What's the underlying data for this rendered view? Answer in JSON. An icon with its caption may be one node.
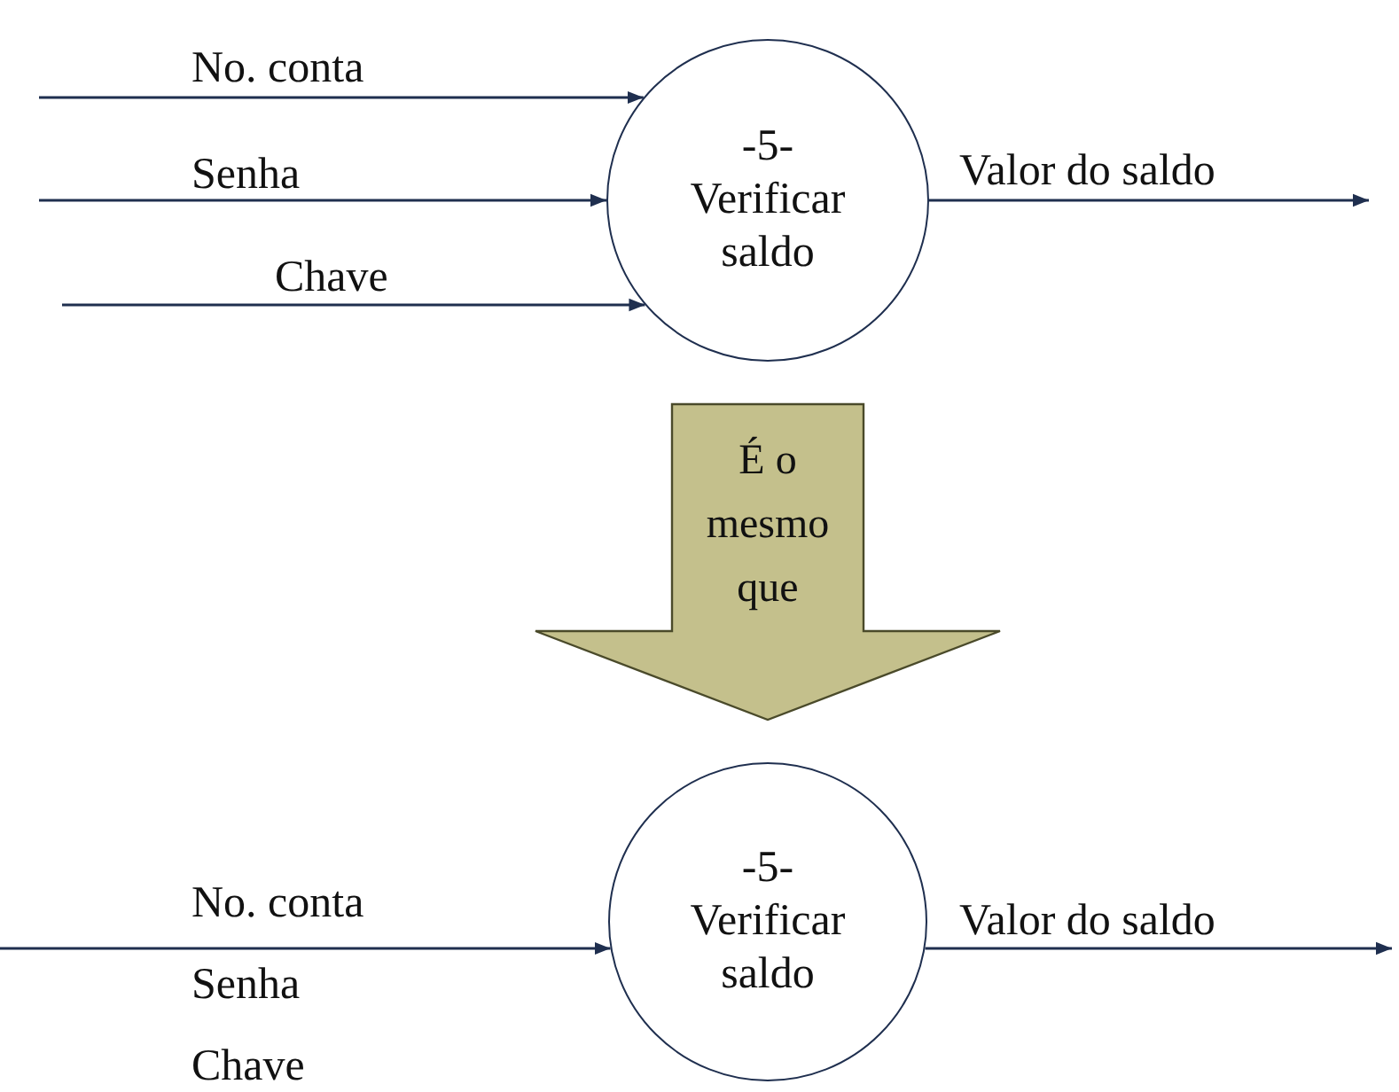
{
  "diagram": {
    "nodes": [
      {
        "text": [
          "-5-",
          "Verificar saldo"
        ]
      },
      {
        "text": [
          "-5-",
          "Verificar saldo"
        ]
      }
    ],
    "edges": [
      {
        "from": null,
        "to": 0,
        "arrow": "to",
        "label": "No. conta"
      },
      {
        "from": null,
        "to": 0,
        "arrow": "to",
        "label": "Senha"
      },
      {
        "from": null,
        "to": 0,
        "arrow": "to",
        "label": "Chave"
      },
      {
        "from": 0,
        "to": null,
        "arrow": "to",
        "label": "Valor do saldo"
      },
      {
        "from": 0,
        "to": 1,
        "arrow": "to",
        "label": "É o mesmo que",
        "style": "thick",
        "color": "#c4c08c"
      },
      {
        "from": null,
        "to": 1,
        "arrow": "to",
        "label": "No. conta Senha Chave"
      },
      {
        "from": 1,
        "to": null,
        "arrow": "to",
        "label": "Valor do saldo"
      }
    ]
  }
}
